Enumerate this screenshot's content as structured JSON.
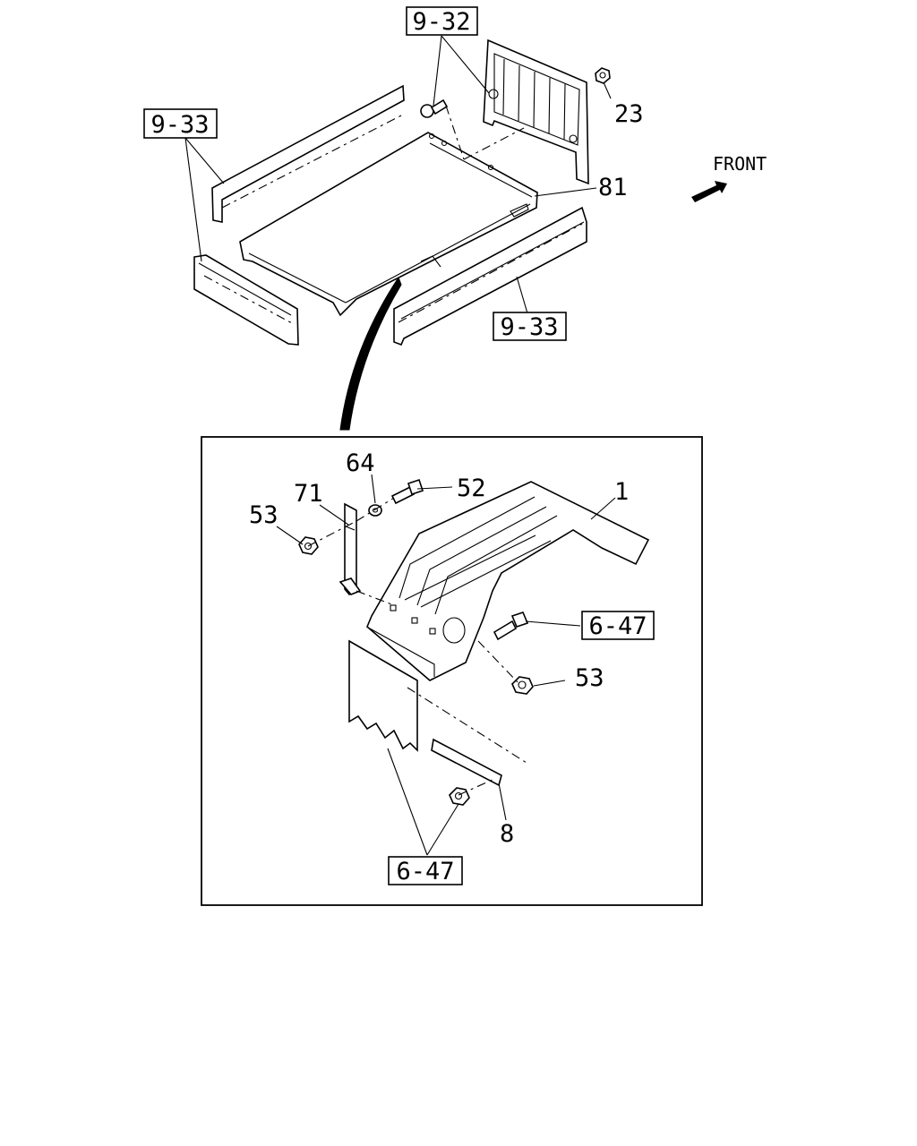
{
  "front_label": "FRONT",
  "callouts": {
    "ref_9_32": "9-32",
    "ref_9_33_left": "9-33",
    "ref_9_33_right": "9-33",
    "num_23": "23",
    "num_81": "81",
    "num_64": "64",
    "num_71": "71",
    "num_53_left": "53",
    "num_52": "52",
    "num_1": "1",
    "ref_6_47_right": "6-47",
    "num_53_right": "53",
    "num_8": "8",
    "ref_6_47_bottom": "6-47"
  },
  "colors": {
    "line": "#000000",
    "background": "#ffffff"
  }
}
